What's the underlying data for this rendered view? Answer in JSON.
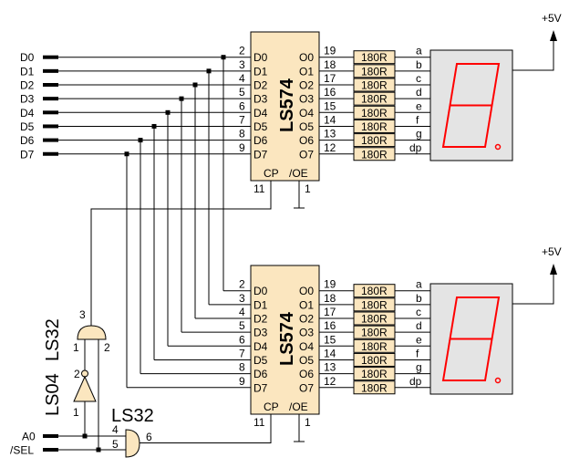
{
  "inputs": [
    "D0",
    "D1",
    "D2",
    "D3",
    "D4",
    "D5",
    "D6",
    "D7"
  ],
  "control_inputs": [
    "A0",
    "/SEL"
  ],
  "latch": {
    "chip_label": "LS574",
    "d_pins": [
      "D0",
      "D1",
      "D2",
      "D3",
      "D4",
      "D5",
      "D6",
      "D7"
    ],
    "d_pin_numbers": [
      "2",
      "3",
      "4",
      "5",
      "6",
      "7",
      "8",
      "9"
    ],
    "o_pins": [
      "O0",
      "O1",
      "O2",
      "O3",
      "O4",
      "O5",
      "O6",
      "O7"
    ],
    "o_pin_numbers": [
      "19",
      "18",
      "17",
      "16",
      "15",
      "14",
      "13",
      "12"
    ],
    "cp_label": "CP",
    "cp_pin": "11",
    "oe_label": "/OE",
    "oe_pin": "1"
  },
  "resistor_value": "180R",
  "segments": [
    "a",
    "b",
    "c",
    "d",
    "e",
    "f",
    "g",
    "dp"
  ],
  "supply_label": "+5V",
  "gates": {
    "or_top": {
      "label": "LS32",
      "out_pin": "3",
      "in_pins": [
        "1",
        "2"
      ]
    },
    "inverter": {
      "label": "LS04",
      "out_pin": "2",
      "in_pin": "1"
    },
    "or_bottom": {
      "label": "LS32",
      "in_pins": [
        "4",
        "5"
      ],
      "out_pin": "6"
    }
  },
  "colors": {
    "chip_fill": "#fbe6bf",
    "display_fill": "#e4e4e4",
    "segment": "#ff0000"
  }
}
